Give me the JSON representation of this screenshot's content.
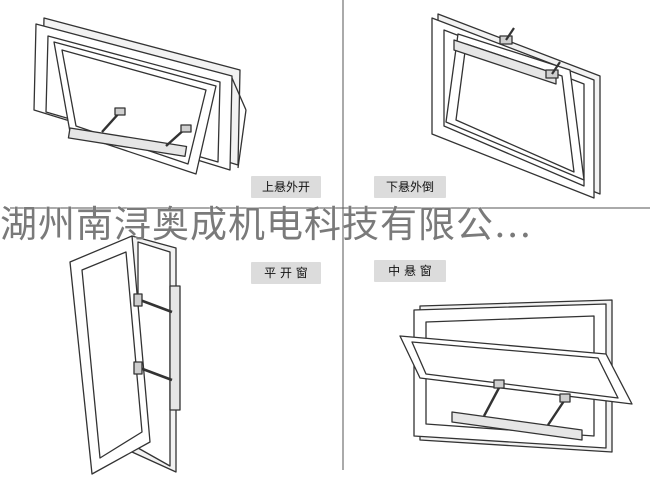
{
  "panels": [
    {
      "id": "top-hung",
      "caption": "上悬外开"
    },
    {
      "id": "bottom-hung",
      "caption": "下悬外倒"
    },
    {
      "id": "casement",
      "caption": "平 开 窗"
    },
    {
      "id": "center-pivot",
      "caption": "中 悬 窗"
    }
  ],
  "watermark": "湖州南浔奥成机电科技有限公...",
  "colors": {
    "line": "#333333",
    "frame_fill": "#ffffff",
    "caption_bg": "#dcdcdc",
    "watermark": "#7a7a7a",
    "divider": "#555555"
  }
}
